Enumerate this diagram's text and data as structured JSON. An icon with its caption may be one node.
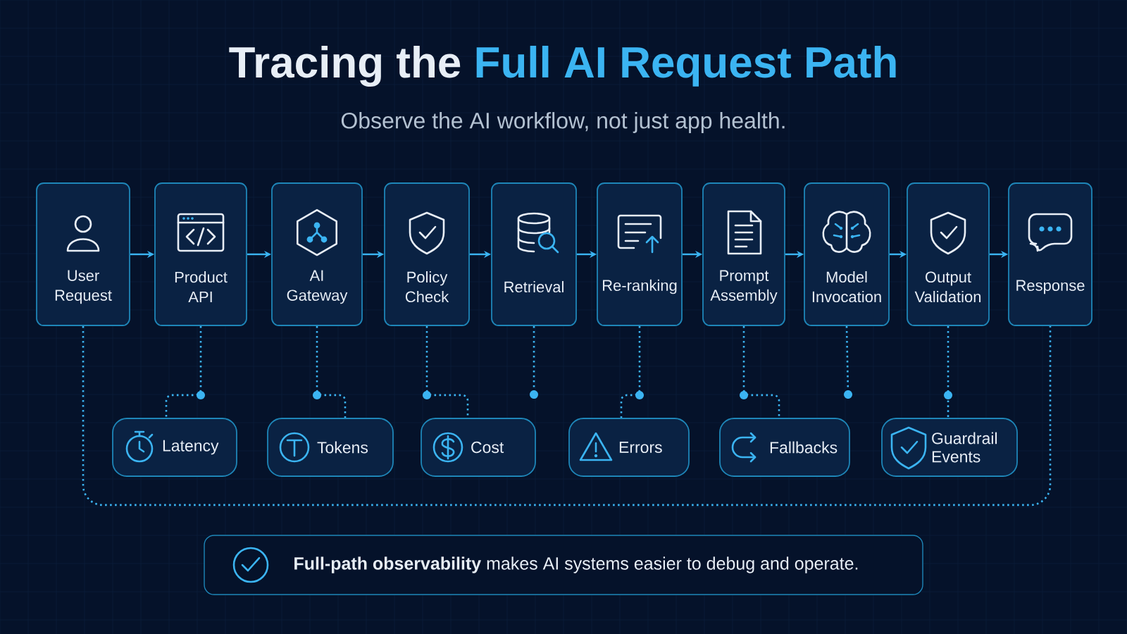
{
  "diagram": {
    "title": "Tracing the **Full AI Request Path**",
    "nodes": [
      {
        "text": [
          "User Request"
        ]
      },
      {
        "text": [
          "Product API"
        ]
      },
      {
        "text": [
          "AI Gateway"
        ]
      },
      {
        "text": [
          "Policy Check"
        ]
      },
      {
        "text": [
          "Retrieval"
        ]
      },
      {
        "text": [
          "Re-ranking"
        ]
      },
      {
        "text": [
          "Prompt Assembly"
        ]
      },
      {
        "text": [
          "Model Invocation"
        ]
      },
      {
        "text": [
          "Output Validation"
        ]
      },
      {
        "text": [
          "Response"
        ]
      },
      {
        "text": [
          "Latency"
        ]
      },
      {
        "text": [
          "Tokens"
        ]
      },
      {
        "text": [
          "Cost"
        ]
      },
      {
        "text": [
          "Errors"
        ]
      },
      {
        "text": [
          "Fallbacks"
        ]
      },
      {
        "text": [
          "Guardrail Events"
        ]
      },
      {
        "text": [
          "**Full-path observability** makes AI systems easier to debug and operate."
        ]
      },
      {
        "text": [],
        "shape": "circle"
      },
      {
        "text": [],
        "shape": "circle"
      }
    ],
    "edges": [
      {
        "from": 0,
        "to": 1,
        "arrow": "to"
      },
      {
        "from": 1,
        "to": 2,
        "arrow": "to"
      },
      {
        "from": 2,
        "to": 3,
        "arrow": "to"
      },
      {
        "from": 3,
        "to": 4,
        "arrow": "to"
      },
      {
        "from": 4,
        "to": 5,
        "arrow": "to"
      },
      {
        "from": 5,
        "to": 6,
        "arrow": "to"
      },
      {
        "from": 6,
        "to": 7,
        "arrow": "to"
      },
      {
        "from": 7,
        "to": 8,
        "arrow": "to"
      },
      {
        "from": 8,
        "to": 9,
        "arrow": "to"
      },
      {
        "from": 1,
        "to": 10,
        "arrow": "none",
        "style": "dashed"
      },
      {
        "from": 2,
        "to": 11,
        "arrow": "none",
        "style": "dashed"
      },
      {
        "from": 3,
        "to": 12,
        "arrow": "none",
        "style": "dashed"
      },
      {
        "from": 5,
        "to": 13,
        "arrow": "none",
        "style": "dashed"
      },
      {
        "from": 6,
        "to": 14,
        "arrow": "none",
        "style": "dashed"
      },
      {
        "from": 8,
        "to": 15,
        "arrow": "none",
        "style": "dashed"
      },
      {
        "from": 4,
        "to": 17,
        "arrow": "none",
        "style": "dashed"
      },
      {
        "from": 7,
        "to": 18,
        "arrow": "none",
        "style": "dashed"
      },
      {
        "from": 0,
        "to": 9,
        "arrow": "none",
        "style": "dashed"
      }
    ],
    "labels": [
      "Observe the AI workflow, not just app health."
    ]
  }
}
